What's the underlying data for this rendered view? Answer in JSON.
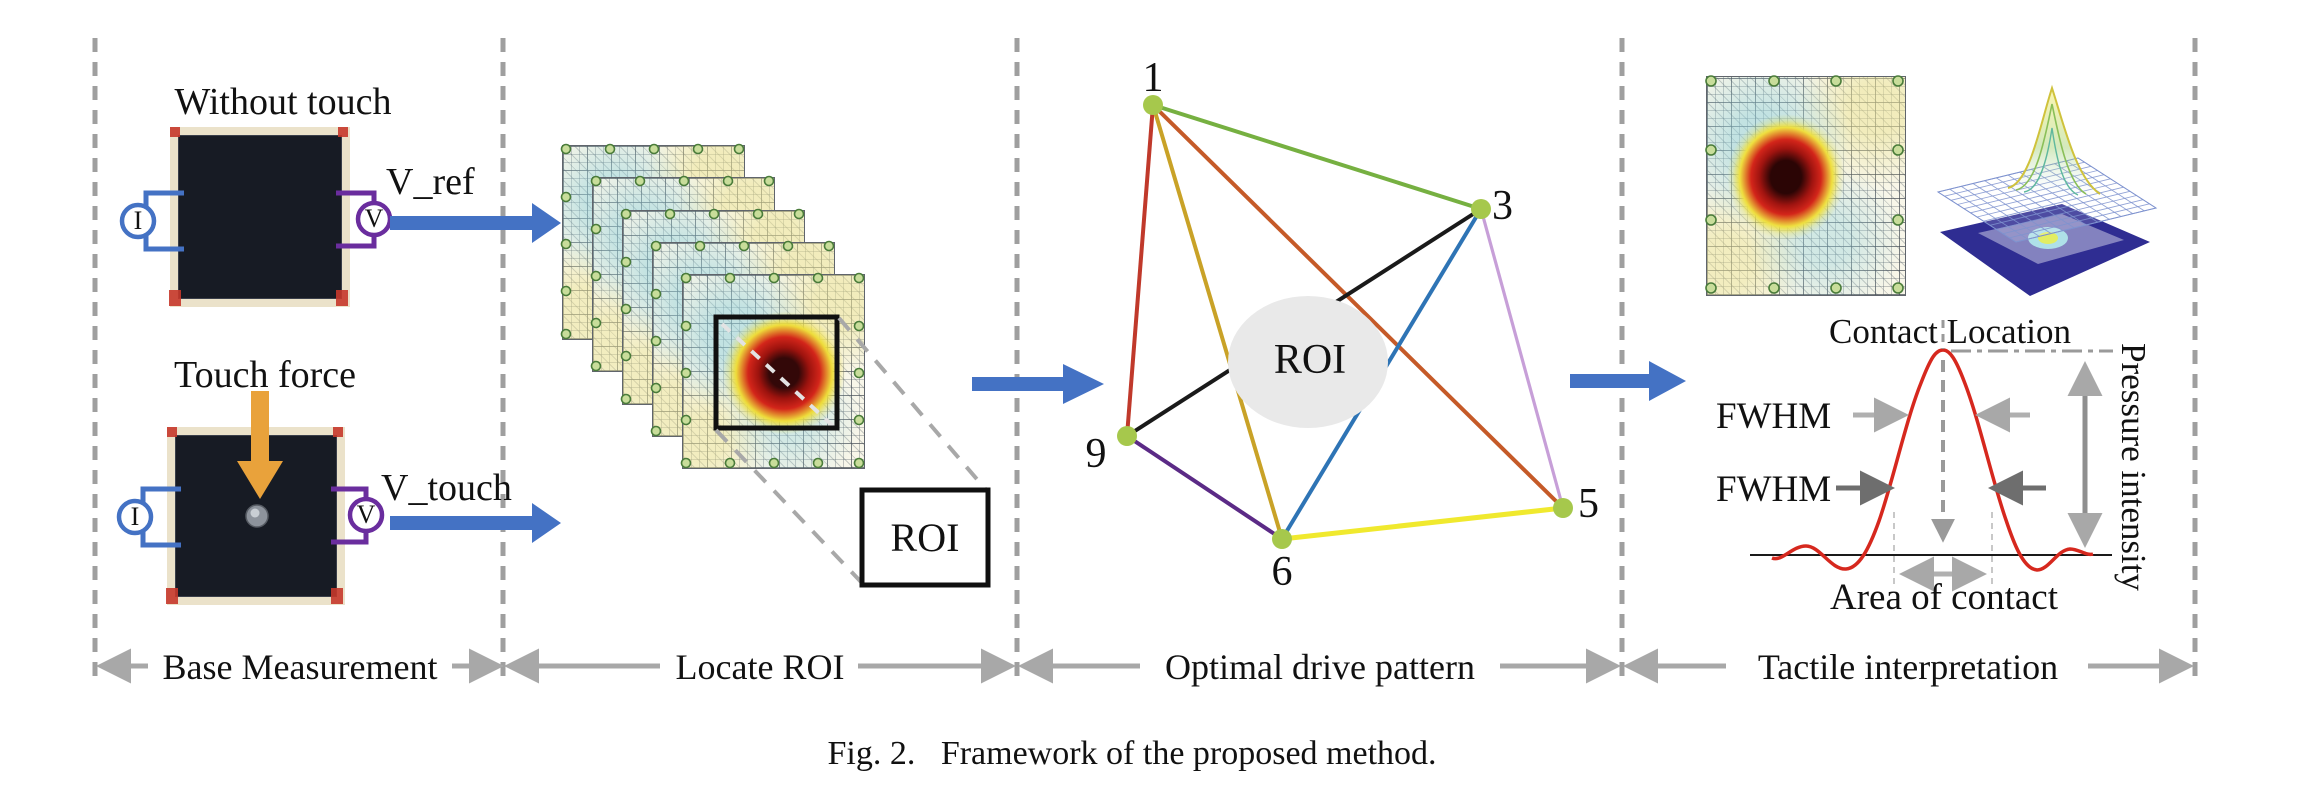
{
  "figure": {
    "caption": "Fig. 2.   Framework of the proposed method."
  },
  "base_measurement": {
    "label": "Base Measurement",
    "without_touch": "Without touch",
    "touch_force": "Touch force",
    "v_ref": "V_ref",
    "v_touch": "V_touch",
    "current_meter": "I",
    "volt_meter": "V"
  },
  "locate_roi": {
    "label": "Locate ROI",
    "roi_box": "ROI",
    "num_frames": 5
  },
  "drive_pattern": {
    "label": "Optimal drive pattern",
    "roi_circle": "ROI",
    "nodes": [
      "1",
      "3",
      "9",
      "6",
      "5"
    ]
  },
  "tactile": {
    "label": "Tactile interpretation",
    "contact_location": "Contact Location",
    "fwhm_upper": "FWHM",
    "fwhm_lower": "FWHM",
    "area_of_contact": "Area of contact",
    "pressure_intensity": "Pressure intensity"
  },
  "colors": {
    "flow_arrow": "#4472c4",
    "touch_arrow": "#e9a23b",
    "current_circuit": "#4472c4",
    "voltage_circuit": "#6a2d9e",
    "node": "#a6c84c",
    "roi_circle_fill": "#e9e9e9",
    "curve_red": "#d6281e",
    "separator_gray": "#9f9f9f",
    "annotation_gray": "#a8a8a8",
    "edges": {
      "e19": "#c0392b",
      "e16": "#c9a227",
      "e13": "#76b041",
      "e15": "#c55a28",
      "e39": "#1a1a1a",
      "e36": "#2e74b5",
      "e35": "#c79fd8",
      "e96": "#5b2a86",
      "e65": "#f0e92e"
    }
  }
}
